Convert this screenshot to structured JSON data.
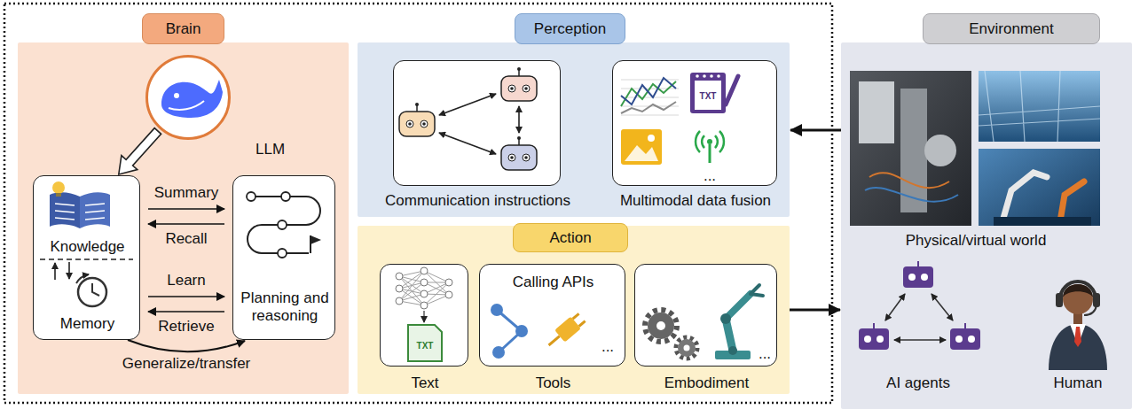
{
  "diagram": {
    "nodes": [
      {
        "text": [
          "Brain"
        ]
      },
      {
        "text": [
          "LLM"
        ],
        "in": 0
      },
      {
        "text": [
          "Knowledge",
          "Memory"
        ],
        "in": 0
      },
      {
        "text": [
          "Planning and reasoning"
        ],
        "in": 0
      },
      {
        "text": [
          "Perception"
        ]
      },
      {
        "text": [
          "Communication instructions"
        ],
        "in": 4
      },
      {
        "text": [
          "Multimodal data fusion"
        ],
        "in": 4
      },
      {
        "text": [
          "Action"
        ]
      },
      {
        "text": [
          "Text"
        ],
        "in": 7
      },
      {
        "text": [
          "Calling APIs",
          "Tools"
        ],
        "in": 7
      },
      {
        "text": [
          "Embodiment"
        ],
        "in": 7
      },
      {
        "text": [
          "Environment"
        ]
      }
    ],
    "edges": [
      {
        "from": 1,
        "to": 2,
        "arrow": "to"
      },
      {
        "from": 2,
        "to": 3,
        "label": "Summary",
        "arrow": "to"
      },
      {
        "from": 3,
        "to": 2,
        "label": "Recall",
        "arrow": "to"
      },
      {
        "from": 2,
        "to": 3,
        "label": "Learn",
        "arrow": "to"
      },
      {
        "from": 3,
        "to": 2,
        "label": "Retrieve",
        "arrow": "to"
      },
      {
        "from": 2,
        "to": 3,
        "label": "Generalize/transfer",
        "arrow": "to"
      },
      {
        "from": 11,
        "to": 4,
        "arrow": "to"
      },
      {
        "from": 7,
        "to": 11,
        "arrow": "to"
      }
    ],
    "labels": [
      "TXT",
      "...",
      "TXT",
      "...",
      "...",
      "Physical/virtual world",
      "AI agents",
      "Human"
    ]
  }
}
